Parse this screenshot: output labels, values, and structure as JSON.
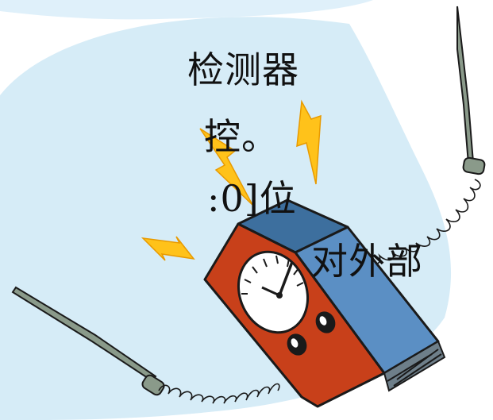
{
  "slide": {
    "lines": [
      "检测器",
      "控。",
      ":0]位",
      "对外部"
    ]
  },
  "illustration": {
    "subject": "meter-with-probes",
    "icons": [
      "meter-icon",
      "dial-icon",
      "lightning-icon",
      "probe-icon",
      "coil-icon",
      "knob-icon"
    ],
    "colors": {
      "background_blob": "#d6ecf7",
      "top_band": "#dff0fa",
      "meter_front": "#c8401a",
      "meter_side": "#5b8fc4",
      "meter_top": "#3d6f9e",
      "dial_face": "#ffffff",
      "lightning": "#ffc21a",
      "probe": "#8a9a8a",
      "outline": "#1a1a1a"
    }
  }
}
